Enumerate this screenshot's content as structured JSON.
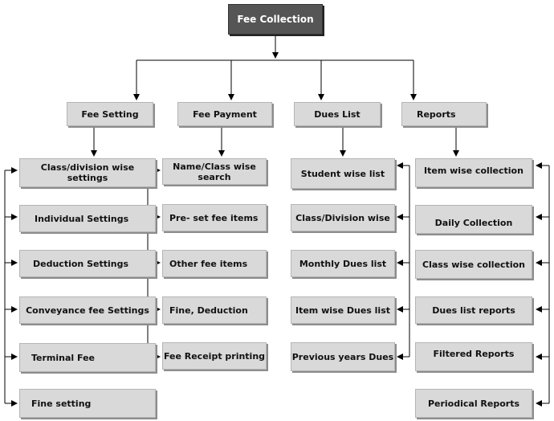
{
  "root": {
    "label": "Fee Collection"
  },
  "categories": [
    {
      "label": "Fee Setting",
      "items": [
        "Class/division wise settings",
        "Individual Settings",
        "Deduction Settings",
        "Conveyance fee Settings",
        "Terminal Fee",
        "Fine setting"
      ]
    },
    {
      "label": "Fee Payment",
      "items": [
        "Name/Class wise search",
        "Pre- set fee items",
        "Other fee items",
        "Fine, Deduction",
        "Fee Receipt printing"
      ]
    },
    {
      "label": "Dues List",
      "items": [
        "Student wise list",
        "Class/Division wise",
        "Monthly Dues list",
        "Item wise Dues list",
        "Previous years Dues"
      ]
    },
    {
      "label": "Reports",
      "items": [
        "Item wise collection",
        "Daily Collection",
        "Class wise collection",
        "Dues list reports",
        "Filtered Reports",
        "Periodical Reports"
      ]
    }
  ]
}
